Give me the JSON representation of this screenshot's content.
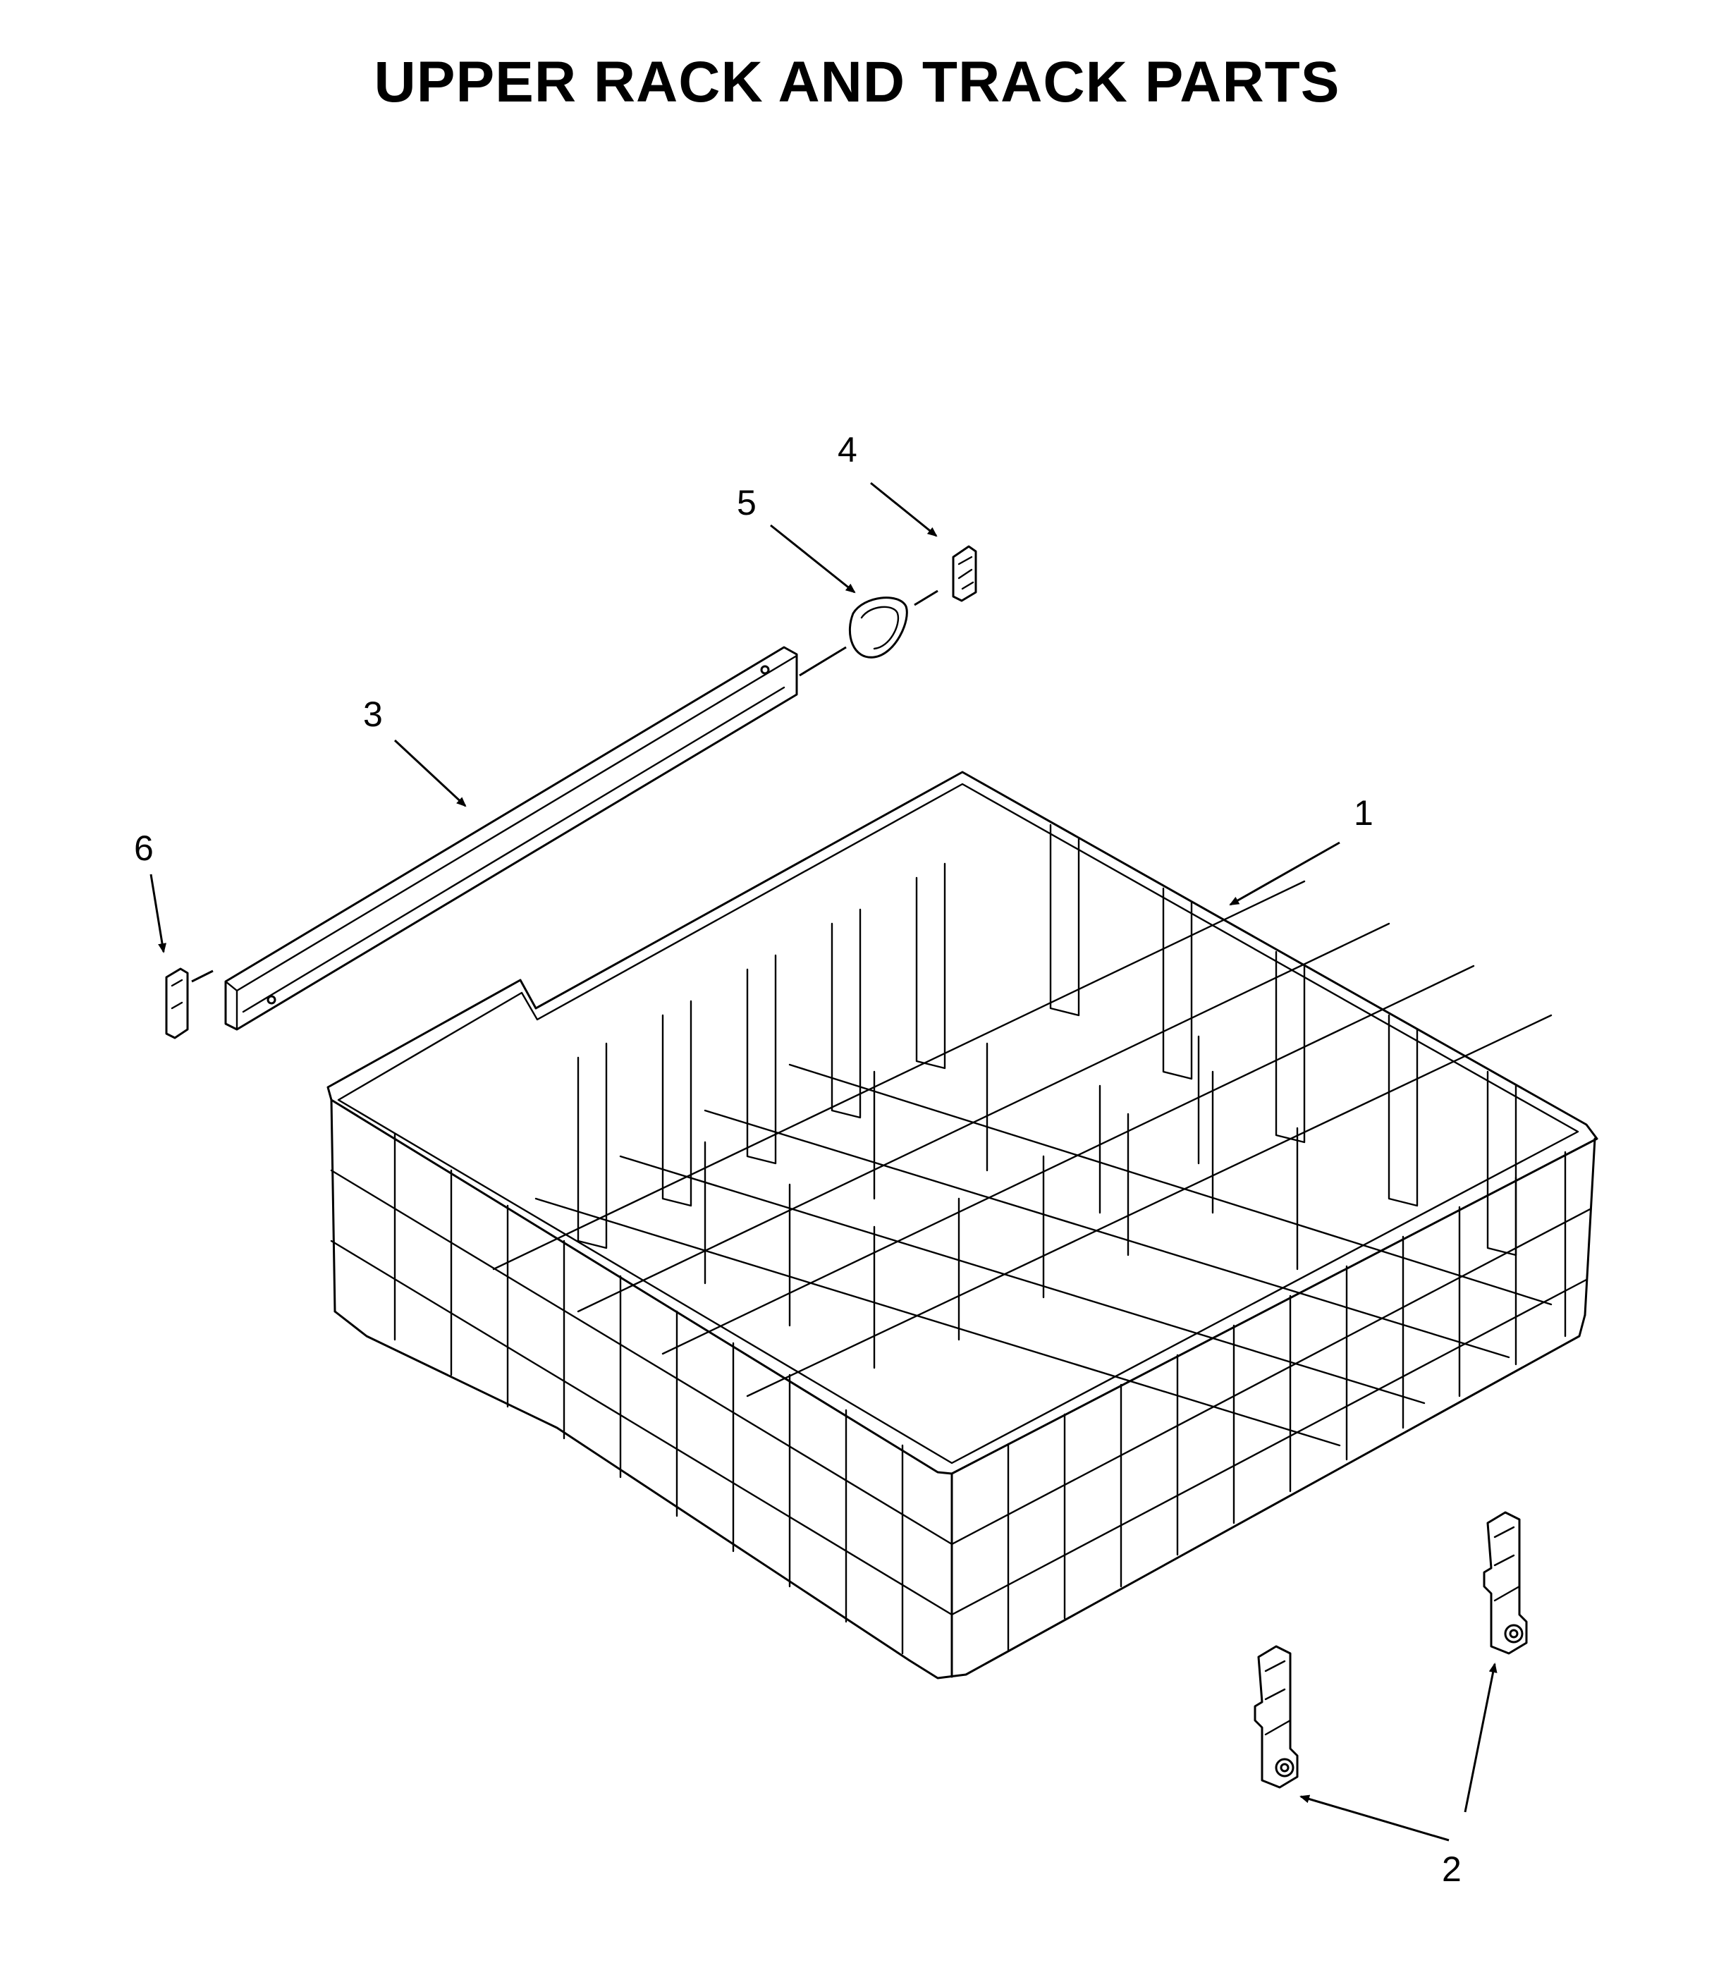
{
  "title": "UPPER RACK AND TRACK PARTS",
  "callouts": [
    {
      "id": "1",
      "label": "1",
      "part": "upper-rack"
    },
    {
      "id": "2",
      "label": "2",
      "part": "rack-adjuster"
    },
    {
      "id": "3",
      "label": "3",
      "part": "track"
    },
    {
      "id": "4",
      "label": "4",
      "part": "track-end-clip"
    },
    {
      "id": "5",
      "label": "5",
      "part": "track-stop-ring"
    },
    {
      "id": "6",
      "label": "6",
      "part": "track-end-cap"
    }
  ]
}
